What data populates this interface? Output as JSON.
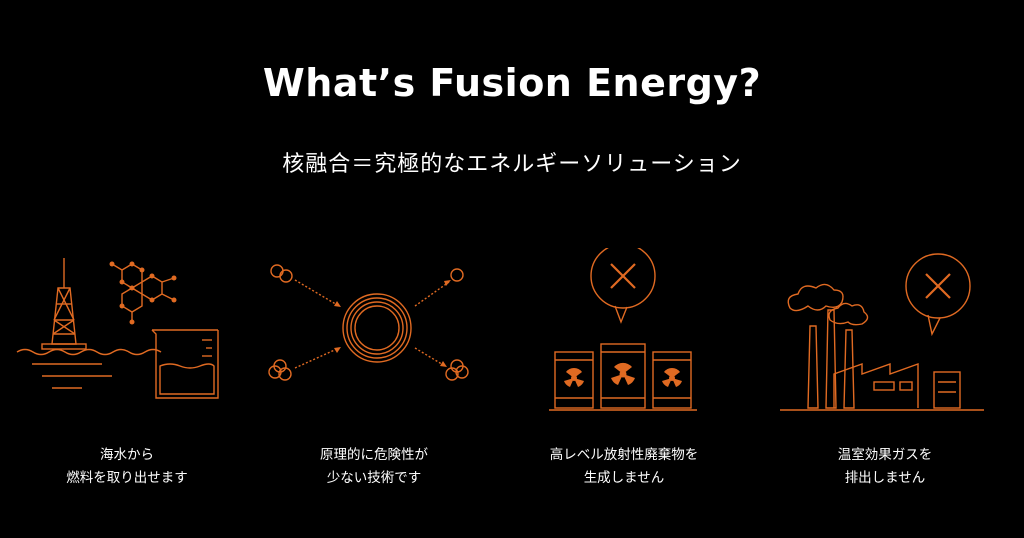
{
  "title": "What’s Fusion Energy?",
  "subtitle": "核融合＝究極的なエネルギーソリューション",
  "accent_color": "#e06a22",
  "features": [
    {
      "icon": "seawater-fuel-icon",
      "caption": [
        "海水から",
        "燃料を取り出せます"
      ]
    },
    {
      "icon": "fusion-reaction-icon",
      "caption": [
        "原理的に危険性が",
        "少ない技術です"
      ]
    },
    {
      "icon": "no-radioactive-waste-icon",
      "caption": [
        "高レベル放射性廃棄物を",
        "生成しません"
      ]
    },
    {
      "icon": "no-emissions-icon",
      "caption": [
        "温室効果ガスを",
        "排出しません"
      ]
    }
  ]
}
